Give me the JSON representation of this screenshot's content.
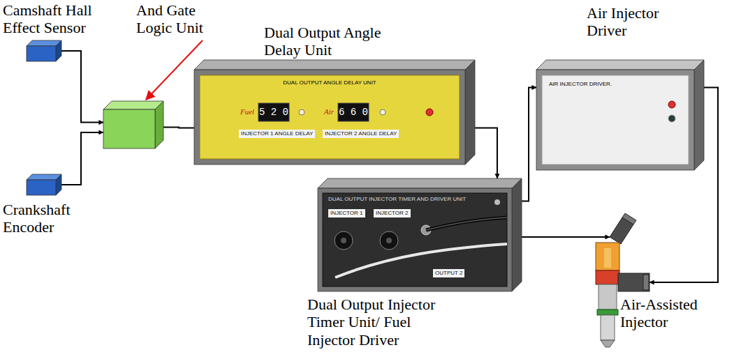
{
  "diagram": {
    "nodes": [
      {
        "text": [
          "Camshaft Hall Effect Sensor"
        ]
      },
      {
        "text": [
          "Crankshaft Encoder"
        ]
      },
      {
        "text": [
          "And Gate Logic Unit"
        ]
      },
      {
        "text": [
          "Dual Output Angle Delay Unit",
          "DUAL OUTPUT ANGLE DELAY UNIT",
          "Fuel",
          "5 2 0",
          "INJECTOR 1 ANGLE DELAY",
          "Air",
          "6 6 0",
          "INJECTOR 2 ANGLE DELAY"
        ]
      },
      {
        "text": [
          "Air Injector Driver",
          "AIR INJECTOR DRIVER."
        ]
      },
      {
        "text": [
          "Dual Output Injector Timer Unit/ Fuel Injector Driver",
          "DUAL OUTPUT INJECTOR TIMER AND DRIVER UNIT",
          "INJECTOR 1",
          "INJECTOR 2",
          "OUTPUT 2"
        ]
      },
      {
        "text": [
          "Air-Assisted Injector"
        ]
      }
    ],
    "edges": [
      {
        "from": 0,
        "to": 2,
        "arrow": "to"
      },
      {
        "from": 1,
        "to": 2,
        "arrow": "to"
      },
      {
        "from": 2,
        "to": 3,
        "arrow": "none"
      },
      {
        "from": 3,
        "to": 5,
        "arrow": "to"
      },
      {
        "from": 5,
        "to": 4,
        "arrow": "to"
      },
      {
        "from": 5,
        "to": 6,
        "arrow": "to"
      },
      {
        "from": 4,
        "to": 6,
        "arrow": "to"
      }
    ]
  }
}
